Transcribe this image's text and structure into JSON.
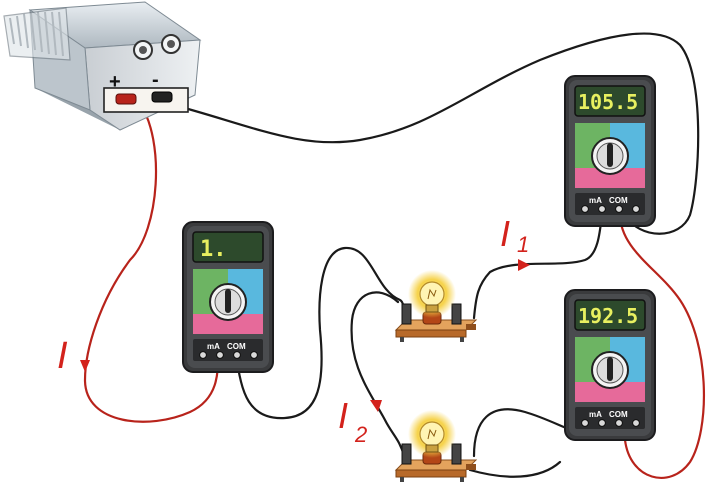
{
  "power_supply": {
    "plus_label": "+",
    "minus_label": "-"
  },
  "meters": [
    {
      "id": "main",
      "reading": "1.",
      "port_ma": "mA",
      "port_com": "COM"
    },
    {
      "id": "branch1",
      "reading": "105.5",
      "port_ma": "mA",
      "port_com": "COM"
    },
    {
      "id": "branch2",
      "reading": "192.5",
      "port_ma": "mA",
      "port_com": "COM"
    }
  ],
  "current_labels": {
    "total": "I",
    "branch1": "I",
    "branch1_sub": "1",
    "branch2": "I",
    "branch2_sub": "2"
  },
  "colors": {
    "wire_red": "#b8231b",
    "wire_black": "#1a1a1a",
    "label_red": "#d3221c",
    "lcd_bg": "#2d4a2c",
    "lcd_text": "#e8f060"
  }
}
